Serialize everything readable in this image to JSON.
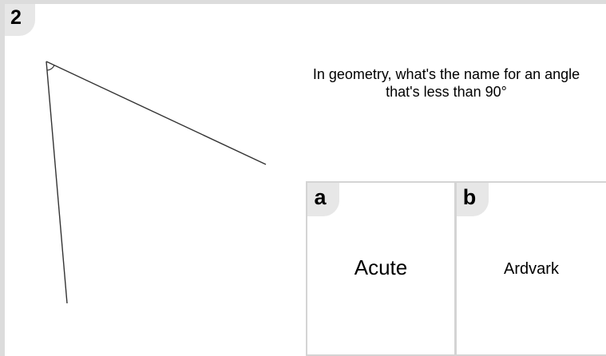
{
  "question": {
    "number": "2",
    "text": "In geometry, what's the name for an angle that's less than 90°"
  },
  "options": [
    {
      "letter": "a",
      "label": "Acute"
    },
    {
      "letter": "b",
      "label": "Ardvark"
    }
  ],
  "icons": {
    "figure": "acute-angle-diagram"
  },
  "colors": {
    "frame_border": "#dcdcdc",
    "badge_background": "#e7e7e7",
    "option_border": "#d4d4d4",
    "line": "#333333"
  }
}
